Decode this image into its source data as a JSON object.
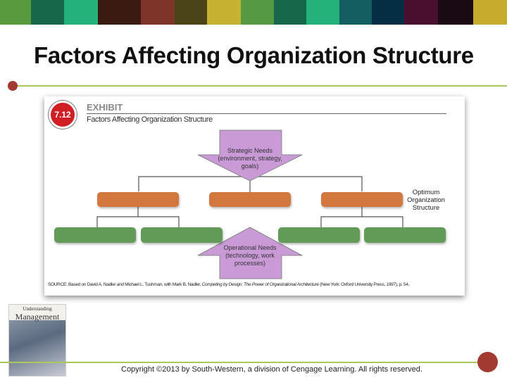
{
  "header_band_colors": [
    "#5a9a3e",
    "#17684a",
    "#25b27a",
    "#3b1a12",
    "#7e3428",
    "#4c4419",
    "#c7b130",
    "#559a42",
    "#17684a",
    "#25b27a",
    "#145e62",
    "#052e44",
    "#4a0e2e",
    "#1a0a14",
    "#c6ab2c"
  ],
  "slide": {
    "title": "Factors Affecting Organization Structure",
    "copyright": "Copyright ©2013 by South-Western, a division of Cengage Learning. All rights reserved."
  },
  "exhibit": {
    "number": "7.12",
    "label": "EXHIBIT",
    "title": "Factors Affecting Organization Structure",
    "strategic_needs": [
      "Strategic Needs",
      "(environment, strategy,",
      "goals)"
    ],
    "operational_needs": [
      "Operational Needs",
      "(technology, work",
      "processes)"
    ],
    "optimum": [
      "Optimum",
      "Organization",
      "Structure"
    ],
    "source_prefix": "SOURCE: Based on David A. Nadler and Michael L. Tushman, with Mark B. Nadler, ",
    "source_title": "Competing by Design: The Power of Organizational Architecture",
    "source_suffix": " (New York: Oxford University Press, 1997), p. 54.",
    "colors": {
      "orange": "#d2773e",
      "green": "#629b58",
      "purple": "#c99ad6",
      "badge": "#d11f26"
    }
  },
  "book_cover": {
    "line1": "Understanding",
    "line2": "Management"
  }
}
